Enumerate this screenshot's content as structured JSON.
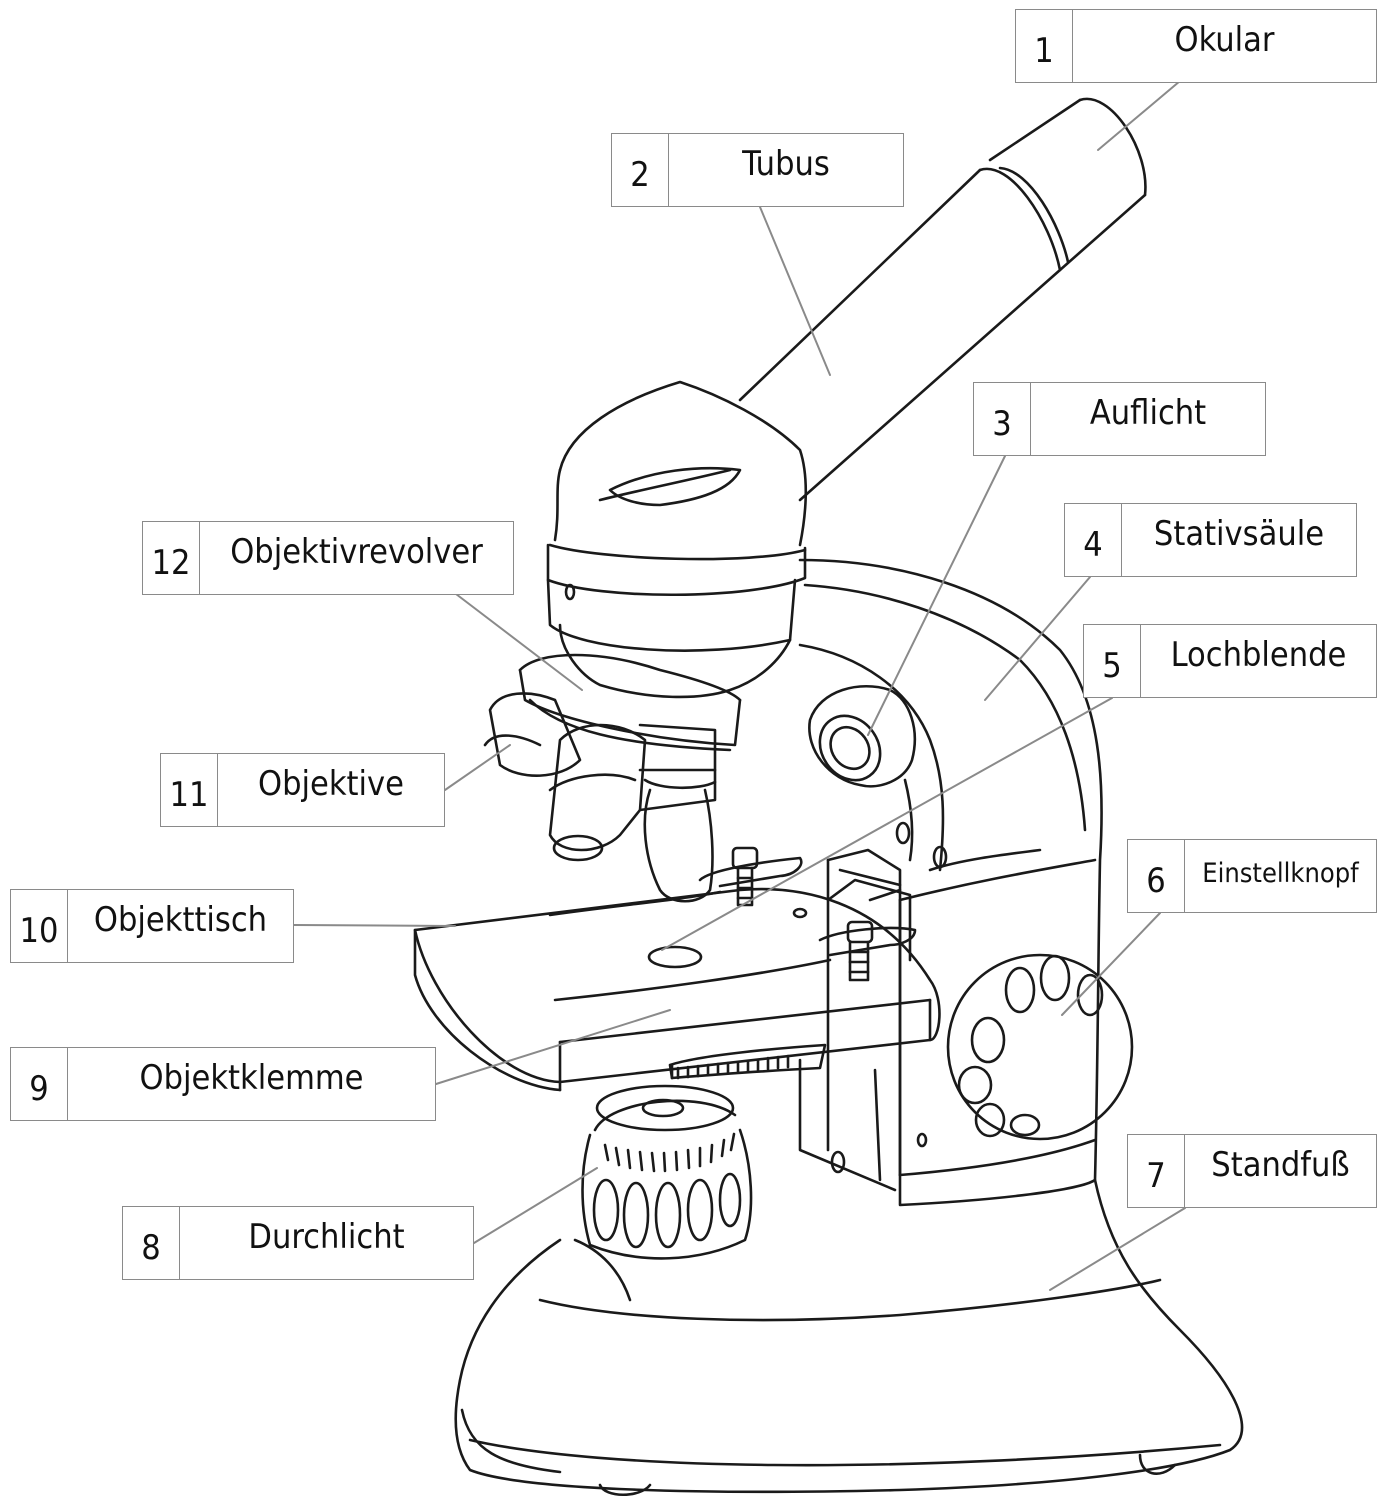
{
  "labels": [
    {
      "num": "1",
      "text": "Okular"
    },
    {
      "num": "2",
      "text": "Tubus"
    },
    {
      "num": "3",
      "text": "Auflicht"
    },
    {
      "num": "4",
      "text": "Stativsäule"
    },
    {
      "num": "5",
      "text": "Lochblende"
    },
    {
      "num": "6",
      "text": "Einstellknopf"
    },
    {
      "num": "7",
      "text": "Standfuß"
    },
    {
      "num": "8",
      "text": "Durchlicht"
    },
    {
      "num": "9",
      "text": "Objektklemme"
    },
    {
      "num": "10",
      "text": "Objekttisch"
    },
    {
      "num": "11",
      "text": "Objektive"
    },
    {
      "num": "12",
      "text": "Objektivrevolver"
    }
  ],
  "colors": {
    "line": "#1a1a1a",
    "leader": "#8a8a8a",
    "box_border": "#8a8a8a"
  }
}
